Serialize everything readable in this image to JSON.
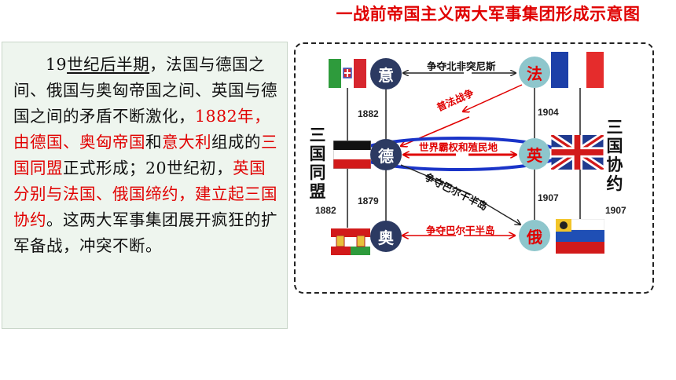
{
  "diagram": {
    "title": "一战前帝国主义两大军事集团形成示意图",
    "alliance_left": "三国同盟",
    "alliance_right": "三国协约",
    "nodes": {
      "italy": "意",
      "germany": "德",
      "austria": "奥",
      "france": "法",
      "britain": "英",
      "russia": "俄"
    },
    "years": {
      "italy_germany": "1882",
      "germany_austria": "1879",
      "italy_austria": "1882",
      "france_britain": "1904",
      "britain_russia": "1907",
      "france_russia": "1907"
    },
    "relations": {
      "north_africa": "争夺北非突尼斯",
      "franco_prussian": "普法战争",
      "world_hegemony": "世界霸权和殖民地",
      "balkans_diagonal": "争夺巴尔干半岛",
      "balkans_bottom": "争夺巴尔干半岛"
    },
    "colors": {
      "accent_red": "#e00000",
      "node_dark": "#2c3a62",
      "node_light": "#8ec6cc",
      "highlight_blue": "#1a34c8"
    }
  },
  "text": {
    "s1": "19",
    "s2": "世纪后半期",
    "s3": "，法国与德国之间、俄国与奥匈帝国之间、英国与德国之间的矛盾不断激化，",
    "s4": "1882年，由德国、奥匈帝国",
    "s5": "和",
    "s6": "意大利",
    "s7": "组成的",
    "s8": "三国同盟",
    "s9": "正式形成；20世纪初，",
    "s10": "英国分别与法国、俄国缔约，建立起三国协约",
    "s11": "。这两大军事集团展开疯狂的扩军备战，冲突不断。"
  }
}
